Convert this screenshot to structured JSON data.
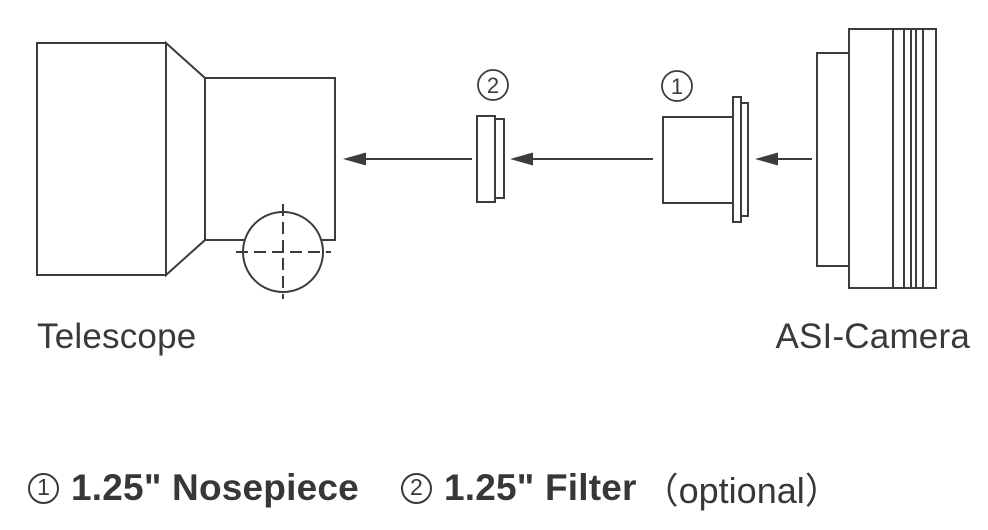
{
  "palette": {
    "line": "#3c3c3c",
    "text": "#373737",
    "background": "#ffffff"
  },
  "diagram": {
    "telescope_label": "Telescope",
    "camera_label": "ASI-Camera",
    "nosepiece_badge": "1",
    "filter_badge": "2"
  },
  "caption": {
    "nosepiece": {
      "badge": "1",
      "label": "1.25\" Nosepiece",
      "note": ""
    },
    "filter": {
      "badge": "2",
      "label": "1.25\" Filter",
      "note": "（optional）"
    }
  }
}
